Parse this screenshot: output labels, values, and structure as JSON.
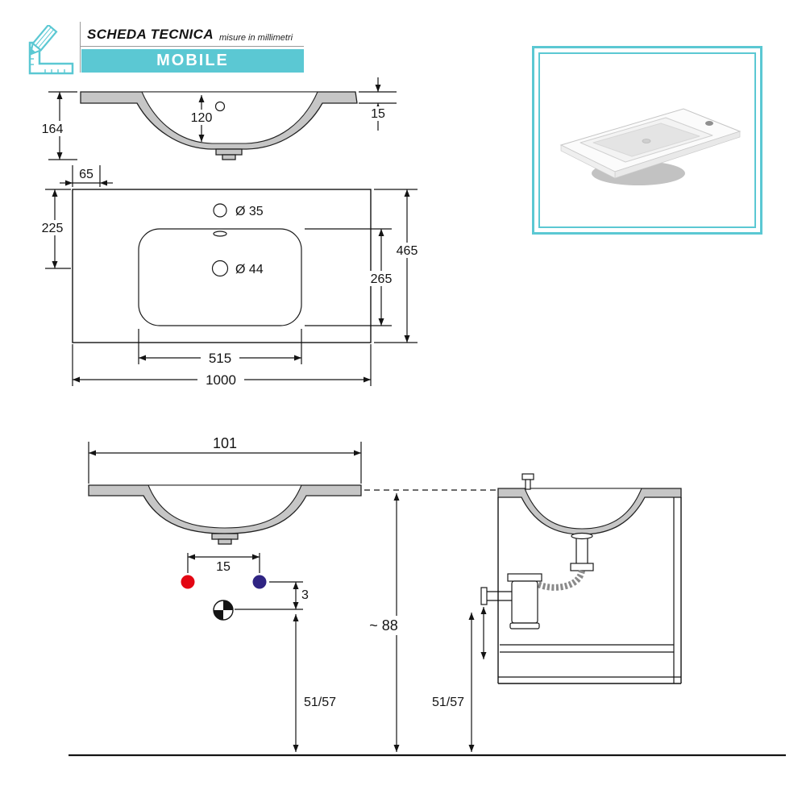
{
  "header": {
    "title": "SCHEDA TECNICA",
    "subtitle": "misure in millimetri",
    "banner": "MOBILE"
  },
  "colors": {
    "teal": "#5bc8d3",
    "hot_water_red": "#e30613",
    "cold_water_blue": "#2f2483",
    "line": "#141414",
    "ceramic_gray": "#c6c6c6"
  },
  "section_view": {
    "dim_height": "164",
    "dim_basin_depth": "120",
    "dim_edge_thickness": "15",
    "dim_left_offset": "65"
  },
  "top_view": {
    "dim_top_to_drain": "225",
    "label_faucet_hole": "Ø 35",
    "label_drain_hole": "Ø 44",
    "dim_basin_depth": "265",
    "dim_total_depth": "465",
    "dim_basin_width": "515",
    "dim_total_width": "1000"
  },
  "front_view": {
    "dim_width": "101",
    "dim_hole_spacing": "15",
    "dim_mark_offset": "3",
    "dim_total_height": "~ 88",
    "dim_drain_height": "51/57"
  },
  "side_view": {
    "dim_drain_height": "51/57"
  }
}
